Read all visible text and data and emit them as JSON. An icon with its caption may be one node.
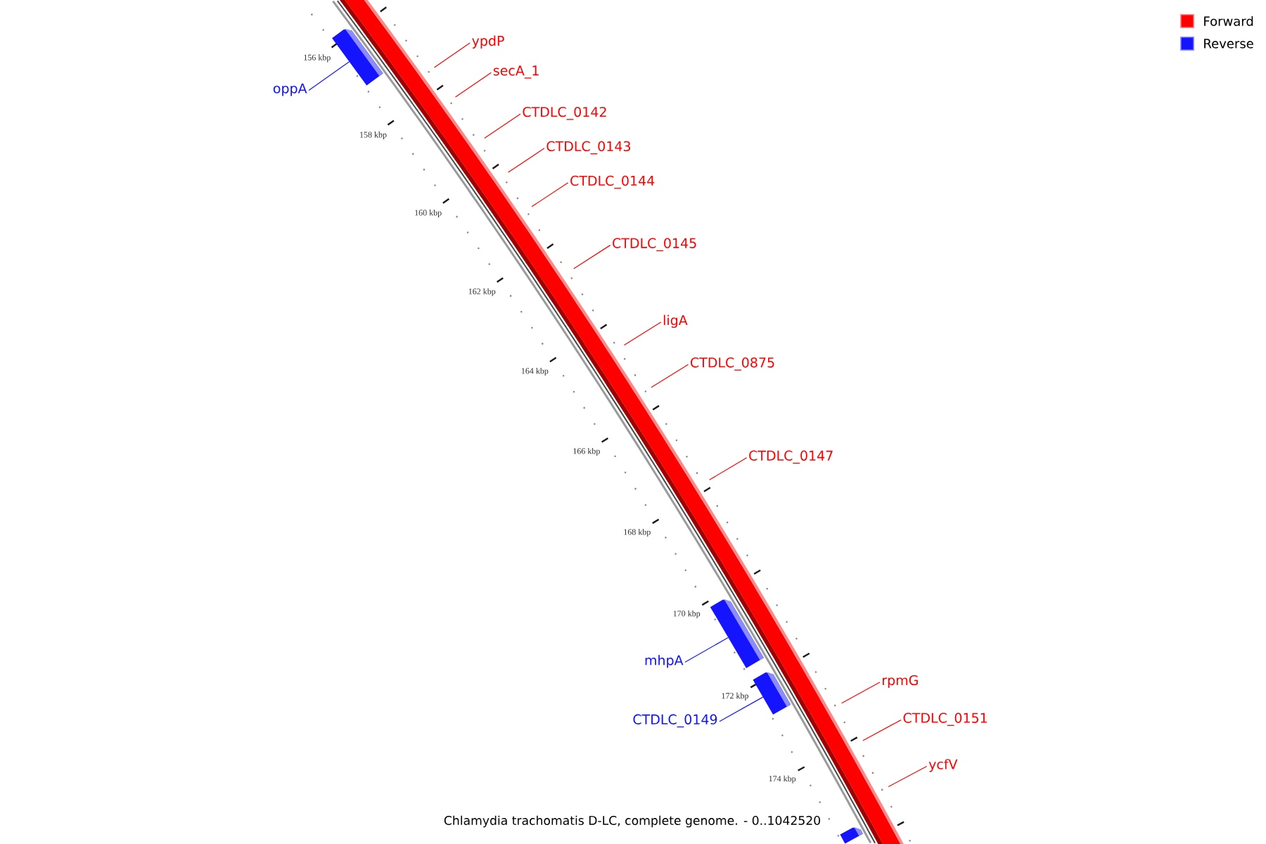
{
  "diagram": {
    "caption": "Chlamydia trachomatis D-LC, complete genome. - 0..1042520",
    "nodes": [
      {
        "text": [
          "ypdP"
        ]
      },
      {
        "text": [
          "secA_1"
        ]
      },
      {
        "text": [
          "oppA"
        ]
      },
      {
        "text": [
          "CTDLC_0142"
        ]
      },
      {
        "text": [
          "CTDLC_0143"
        ]
      },
      {
        "text": [
          "CTDLC_0144"
        ]
      },
      {
        "text": [
          "CTDLC_0145"
        ]
      },
      {
        "text": [
          "ligA"
        ]
      },
      {
        "text": [
          "CTDLC_0875"
        ]
      },
      {
        "text": [
          "CTDLC_0147"
        ]
      },
      {
        "text": [
          "mhpA"
        ]
      },
      {
        "text": [
          "rpmG"
        ]
      },
      {
        "text": [
          "CTDLC_0151"
        ]
      },
      {
        "text": [
          "CTDLC_0149"
        ]
      },
      {
        "text": [
          "ycfV"
        ]
      },
      {
        "text": [],
        "shape": "bar"
      },
      {
        "text": [],
        "shape": "bar"
      },
      {
        "text": [],
        "shape": "bar"
      },
      {
        "text": [],
        "shape": "bar"
      }
    ],
    "edges": [
      {
        "from": 0,
        "to": null,
        "arrow": "none"
      },
      {
        "from": 1,
        "to": null,
        "arrow": "none"
      },
      {
        "from": 2,
        "to": 15,
        "arrow": "none",
        "color": "#1414ff"
      },
      {
        "from": 3,
        "to": null,
        "arrow": "none"
      },
      {
        "from": 4,
        "to": null,
        "arrow": "none"
      },
      {
        "from": 5,
        "to": null,
        "arrow": "none"
      },
      {
        "from": 6,
        "to": null,
        "arrow": "none"
      },
      {
        "from": 7,
        "to": null,
        "arrow": "none"
      },
      {
        "from": 8,
        "to": null,
        "arrow": "none"
      },
      {
        "from": 9,
        "to": null,
        "arrow": "none"
      },
      {
        "from": 10,
        "to": 16,
        "arrow": "none",
        "color": "#1414ff"
      },
      {
        "from": 11,
        "to": null,
        "arrow": "none"
      },
      {
        "from": 12,
        "to": null,
        "arrow": "none"
      },
      {
        "from": 13,
        "to": 17,
        "arrow": "none",
        "color": "#1414ff"
      },
      {
        "from": 14,
        "to": null,
        "arrow": "none"
      }
    ],
    "labels": [
      "156 kbp",
      "158 kbp",
      "160 kbp",
      "162 kbp",
      "164 kbp",
      "166 kbp",
      "168 kbp",
      "170 kbp",
      "172 kbp",
      "174 kbp"
    ],
    "legend": [
      {
        "text": "Forward",
        "color": "#ff0000"
      },
      {
        "text": "Reverse",
        "color": "#1414ff"
      }
    ]
  }
}
